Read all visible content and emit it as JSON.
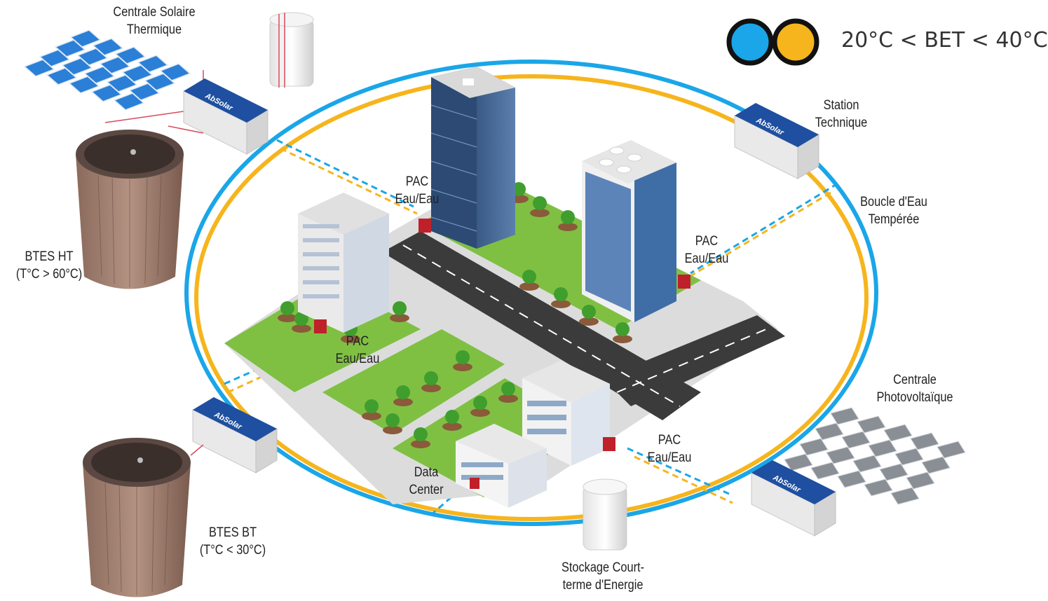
{
  "legend": {
    "range_text": "20°C < BET < 40°C",
    "circle_colors": [
      "#1aa6e8",
      "#f6b51c"
    ]
  },
  "loop_colors": {
    "blue": "#1aa6e8",
    "yellow": "#f6b51c"
  },
  "brand": "AbSolar",
  "labels": {
    "solar_thermal": [
      "Centrale Solaire",
      "Thermique"
    ],
    "btes_ht": [
      "BTES HT",
      "(T°C > 60°C)"
    ],
    "btes_bt": [
      "BTES BT",
      "(T°C < 30°C)"
    ],
    "station": [
      "Station",
      "Technique"
    ],
    "loop": [
      "Boucle d'Eau",
      "Tempérée"
    ],
    "pv_plant": [
      "Centrale",
      "Photovoltaïque"
    ],
    "storage": [
      "Stockage Court-",
      "terme d'Energie"
    ],
    "pac_1": [
      "PAC",
      "Eau/Eau"
    ],
    "pac_2": [
      "PAC",
      "Eau/Eau"
    ],
    "pac_3": [
      "PAC",
      "Eau/Eau"
    ],
    "pac_4": [
      "PAC",
      "Eau/Eau"
    ],
    "data_center": [
      "Data",
      "Center"
    ]
  }
}
